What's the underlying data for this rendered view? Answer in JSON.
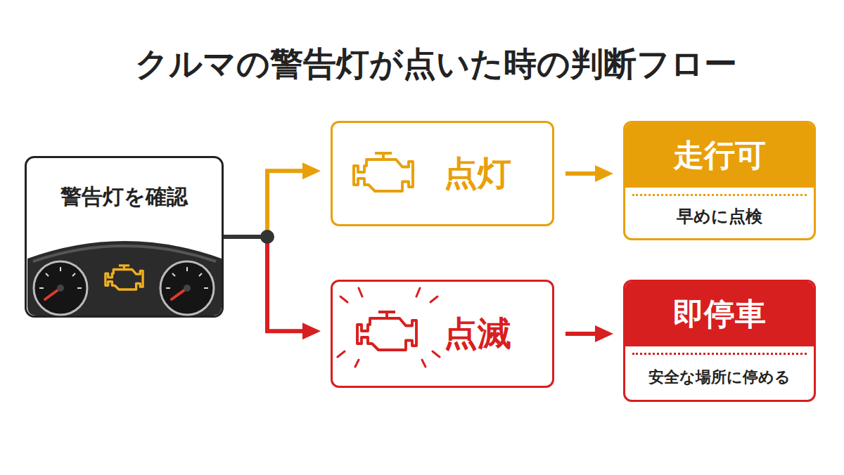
{
  "diagram": {
    "title": "クルマの警告灯が点いた時の判断フロー",
    "nodes": [
      {
        "text": [
          "警告灯を確認"
        ]
      },
      {
        "text": [
          "点灯"
        ]
      },
      {
        "text": [
          "走行可",
          "早めに点検"
        ]
      },
      {
        "text": [
          "点滅"
        ]
      },
      {
        "text": [
          "即停車",
          "安全な場所に停める"
        ]
      }
    ],
    "edges": [
      {
        "from": 0,
        "to": 1,
        "arrow": "to"
      },
      {
        "from": 0,
        "to": 3,
        "arrow": "to"
      },
      {
        "from": 1,
        "to": 2,
        "arrow": "to"
      },
      {
        "from": 3,
        "to": 4,
        "arrow": "to"
      }
    ]
  }
}
